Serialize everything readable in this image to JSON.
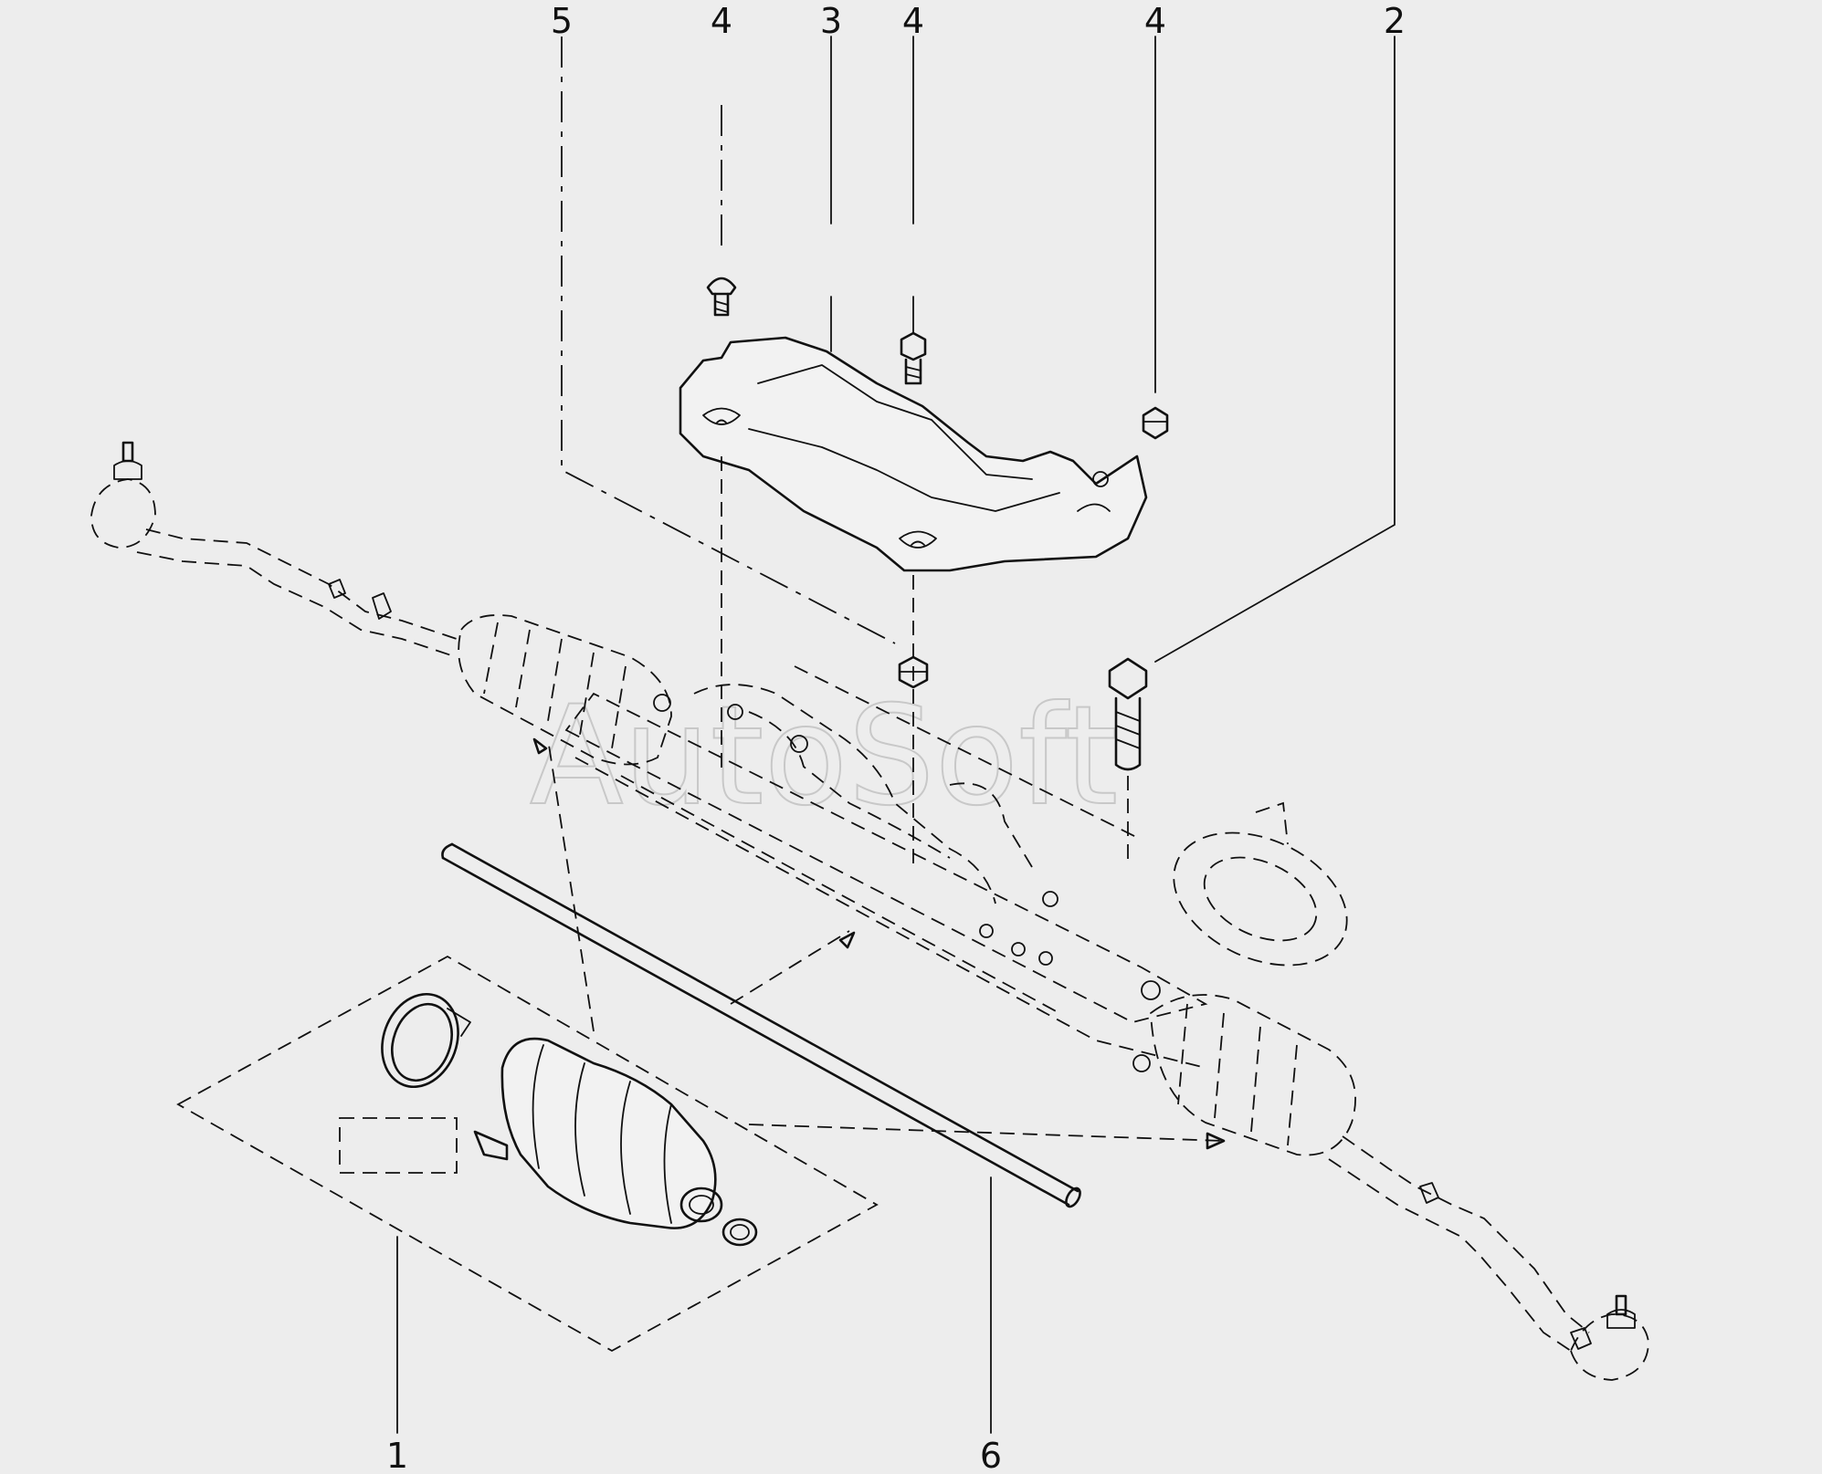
{
  "watermark": "AutoSoft",
  "callouts": [
    {
      "id": "1",
      "label": "1"
    },
    {
      "id": "2",
      "label": "2"
    },
    {
      "id": "3",
      "label": "3"
    },
    {
      "id": "4a",
      "label": "4"
    },
    {
      "id": "4b",
      "label": "4"
    },
    {
      "id": "4c",
      "label": "4"
    },
    {
      "id": "5",
      "label": "5"
    },
    {
      "id": "6",
      "label": "6"
    }
  ],
  "colors": {
    "background": "#ededed",
    "line": "#111111",
    "watermark": "#c8c8c8"
  }
}
